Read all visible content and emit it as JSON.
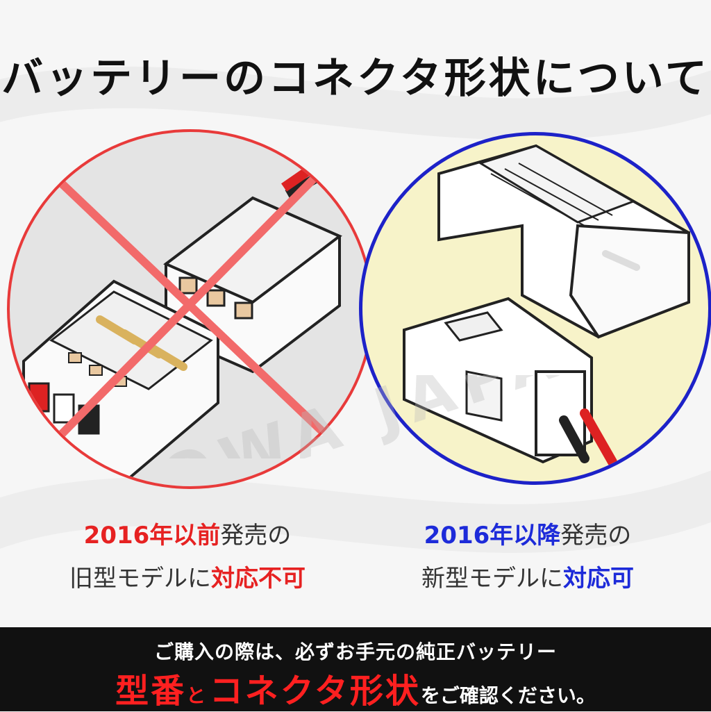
{
  "title": "バッテリーのコネクタ形状について",
  "watermark": "ROWA JAPAN",
  "left_caption": {
    "line1_highlight": "2016年以前",
    "line1_rest": "発売の",
    "line2_rest": "旧型モデルに",
    "line2_highlight": "対応不可"
  },
  "right_caption": {
    "line1_highlight": "2016年以降",
    "line1_rest": "発売の",
    "line2_rest": "新型モデルに",
    "line2_highlight": "対応可"
  },
  "footer": {
    "line1": "ご購入の際は、必ずお手元の純正バッテリー",
    "part1": "型番",
    "part2": "と",
    "part3": "コネクタ形状",
    "part4": "をご確認ください。"
  },
  "colors": {
    "ng": "#e83a3a",
    "ok": "#1d22c8",
    "footer_bg": "#111111"
  }
}
